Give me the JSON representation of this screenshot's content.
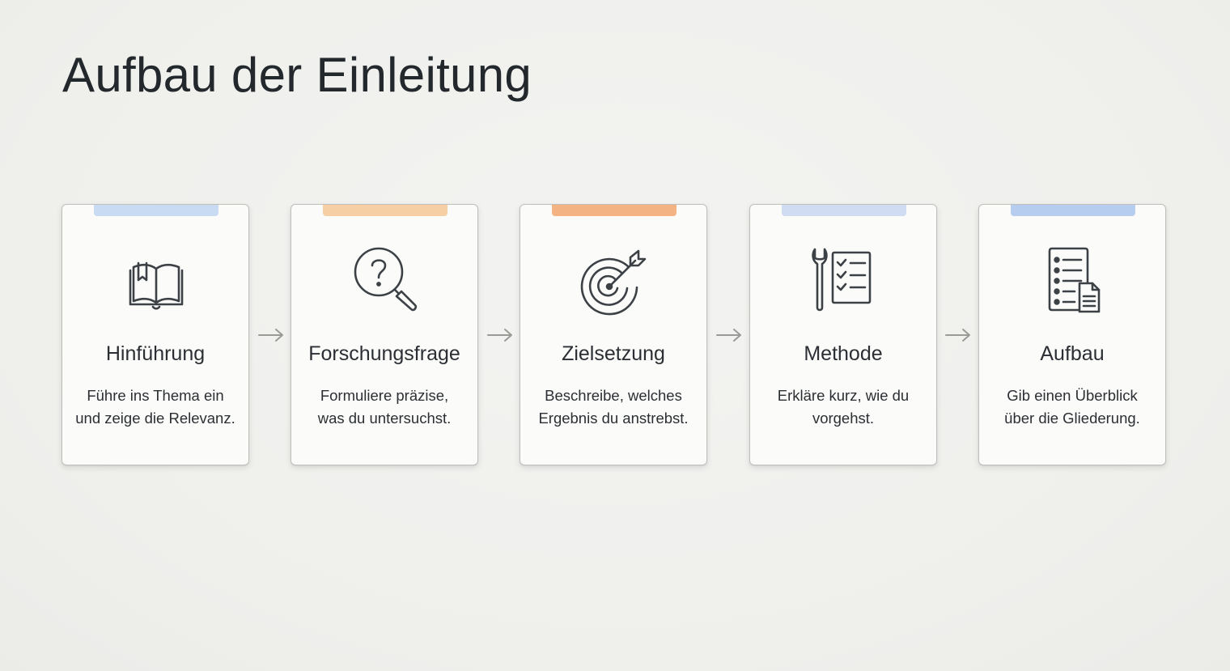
{
  "title": "Aufbau der Einleitung",
  "steps": [
    {
      "heading": "Hinführung",
      "desc_line1": "Führe ins Thema ein",
      "desc_line2": "und zeige die Relevanz.",
      "icon": "book-icon",
      "accent_color": "#c9daf3"
    },
    {
      "heading": "Forschungsfrage",
      "desc_line1": "Formuliere präzise,",
      "desc_line2": "was du untersuchst.",
      "icon": "question-magnifier-icon",
      "accent_color": "#f7cfa4"
    },
    {
      "heading": "Zielsetzung",
      "desc_line1": "Beschreibe, welches",
      "desc_line2": "Ergebnis du anstrebst.",
      "icon": "target-icon",
      "accent_color": "#f4b383"
    },
    {
      "heading": "Methode",
      "desc_line1": "Erkläre kurz, wie du",
      "desc_line2": "vorgehst.",
      "icon": "wrench-checklist-icon",
      "accent_color": "#cfdcf1"
    },
    {
      "heading": "Aufbau",
      "desc_line1": "Gib einen Überblick",
      "desc_line2": "über die Gliederung.",
      "icon": "document-list-icon",
      "accent_color": "#b7cdef"
    }
  ],
  "colors": {
    "icon_stroke": "#3c4146",
    "arrow": "#9a9a97"
  }
}
